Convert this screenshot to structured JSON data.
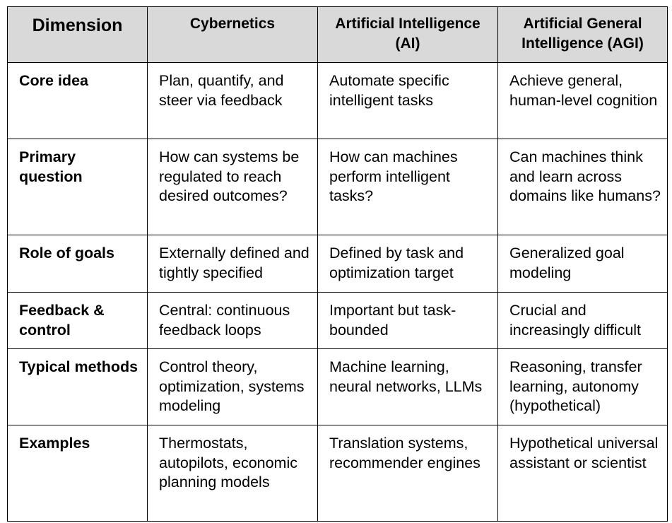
{
  "table": {
    "headers": [
      "Dimension",
      "Cybernetics",
      "Artificial Intelligence (AI)",
      "Artificial General Intelligence (AGI)"
    ],
    "rows": [
      {
        "dimension": "Core idea",
        "cybernetics": "Plan, quantify, and steer via feedback",
        "ai": "Automate specific intelligent tasks",
        "agi": "Achieve general, human-level cognition"
      },
      {
        "dimension": "Primary question",
        "cybernetics": "How can systems be regulated to reach desired outcomes?",
        "ai": "How can machines perform intelligent tasks?",
        "agi": "Can machines think and learn across domains like humans?"
      },
      {
        "dimension": "Role of goals",
        "cybernetics": "Externally defined and tightly specified",
        "ai": "Defined by task and optimization target",
        "agi": "Generalized goal modeling"
      },
      {
        "dimension": "Feedback & control",
        "cybernetics": "Central: continuous feedback loops",
        "ai": "Important but task-bounded",
        "agi": "Crucial and increasingly difficult"
      },
      {
        "dimension": "Typical methods",
        "cybernetics": "Control theory, optimization, systems modeling",
        "ai": "Machine learning, neural networks, LLMs",
        "agi": "Reasoning, transfer learning, autonomy (hypothetical)"
      },
      {
        "dimension": "Examples",
        "cybernetics": "Thermostats, autopilots, economic planning models",
        "ai": "Translation systems, recommender engines",
        "agi": "Hypothetical universal assistant or scientist"
      }
    ]
  }
}
